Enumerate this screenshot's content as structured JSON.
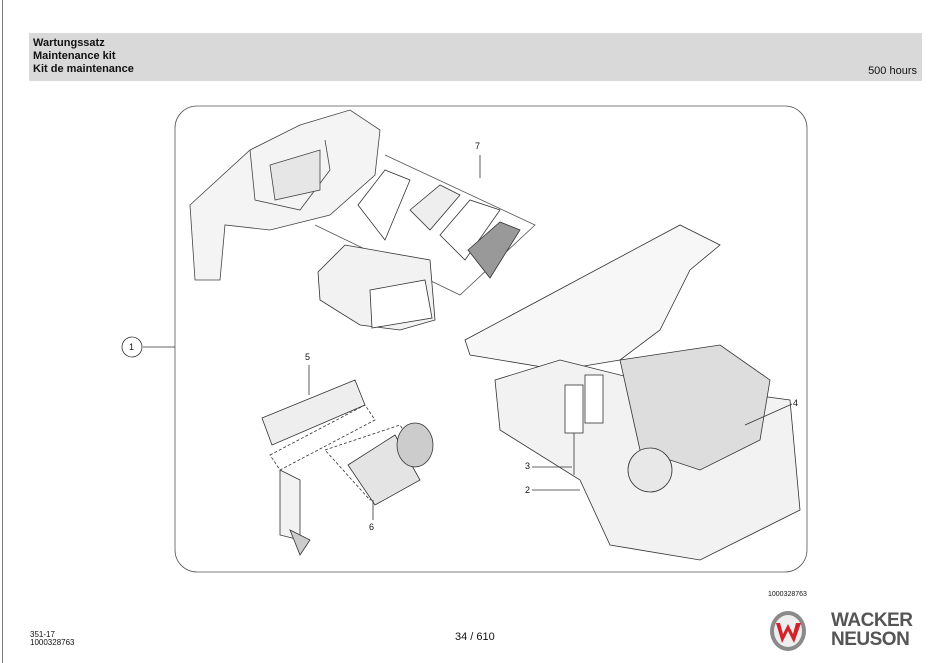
{
  "header": {
    "title_de": "Wartungssatz",
    "title_en": "Maintenance kit",
    "title_fr": "Kit de maintenance",
    "interval": "500 hours"
  },
  "diagram": {
    "callouts": [
      "1",
      "2",
      "3",
      "4",
      "5",
      "6",
      "7"
    ],
    "drawing_number": "1000328763"
  },
  "footer": {
    "code": "351-17",
    "doc_number": "1000328763",
    "page": "34 / 610",
    "brand_line1": "WACKER",
    "brand_line2": "NEUSON"
  },
  "colors": {
    "header_bg": "#d9d9d9",
    "logo_red": "#d2232a"
  }
}
